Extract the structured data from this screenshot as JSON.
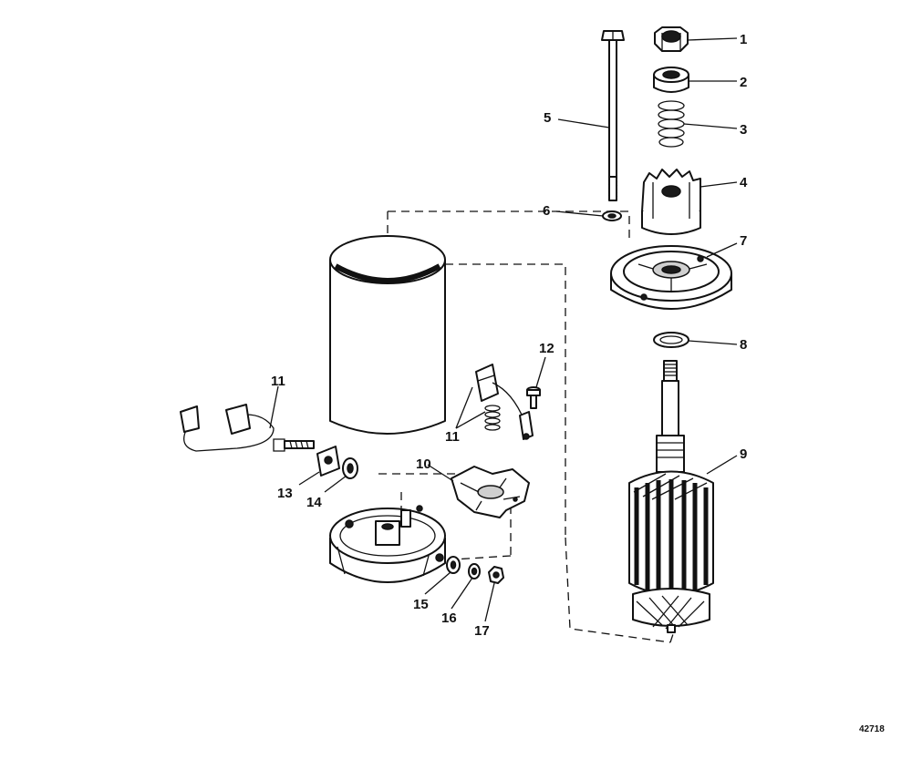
{
  "figure_id": "42718",
  "callouts": [
    {
      "id": "1",
      "label": "1"
    },
    {
      "id": "2",
      "label": "2"
    },
    {
      "id": "3",
      "label": "3"
    },
    {
      "id": "4",
      "label": "4"
    },
    {
      "id": "5",
      "label": "5"
    },
    {
      "id": "6",
      "label": "6"
    },
    {
      "id": "7",
      "label": "7"
    },
    {
      "id": "8",
      "label": "8"
    },
    {
      "id": "9",
      "label": "9"
    },
    {
      "id": "10",
      "label": "10"
    },
    {
      "id": "11a",
      "label": "11"
    },
    {
      "id": "11b",
      "label": "11"
    },
    {
      "id": "12",
      "label": "12"
    },
    {
      "id": "13",
      "label": "13"
    },
    {
      "id": "14",
      "label": "14"
    },
    {
      "id": "15",
      "label": "15"
    },
    {
      "id": "16",
      "label": "16"
    },
    {
      "id": "17",
      "label": "17"
    }
  ]
}
